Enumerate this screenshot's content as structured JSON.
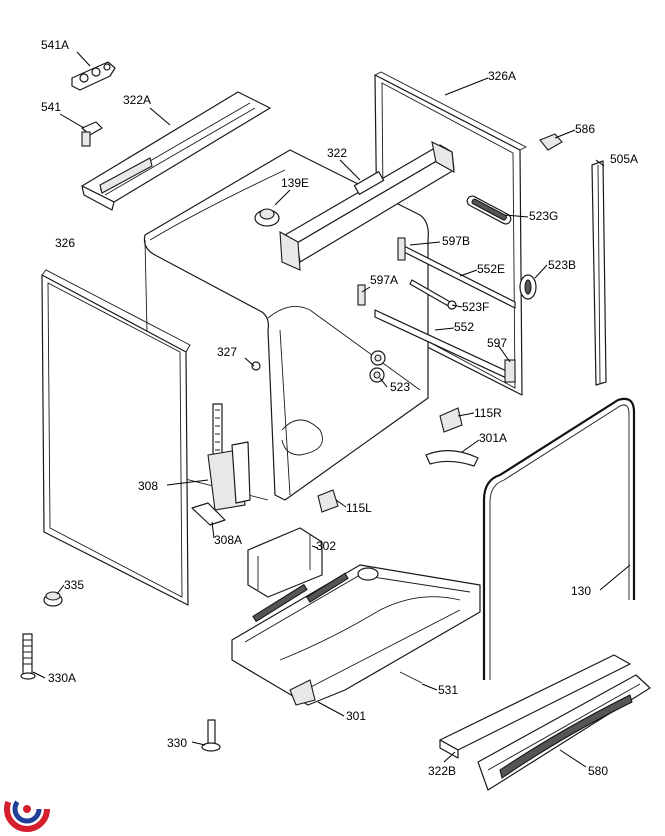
{
  "labels": {
    "l541a": "541A",
    "l541": "541",
    "l322a": "322A",
    "l326a": "326A",
    "l586": "586",
    "l322": "322",
    "l505a": "505A",
    "l139e": "139E",
    "l523g": "523G",
    "l326": "326",
    "l597b": "597B",
    "l552e": "552E",
    "l523b": "523B",
    "l597a": "597A",
    "l523f": "523F",
    "l552": "552",
    "l597": "597",
    "l327": "327",
    "l523": "523",
    "l115r": "115R",
    "l301a": "301A",
    "l308": "308",
    "l115l": "115L",
    "l308a": "308A",
    "l302": "302",
    "l335": "335",
    "l130": "130",
    "l330a": "330A",
    "l531": "531",
    "l301": "301",
    "l330": "330",
    "l322b": "322B",
    "l580": "580"
  },
  "colors": {
    "line": "#1a1a1a",
    "logo_red": "#d61f2c",
    "logo_blue": "#1f3f99"
  },
  "logo": "brand-swirl-icon"
}
